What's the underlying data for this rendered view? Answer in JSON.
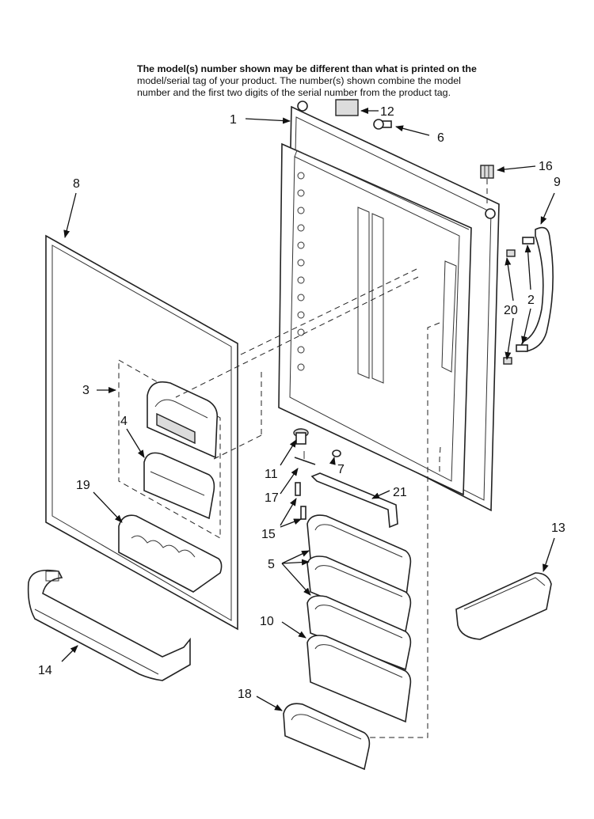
{
  "header": {
    "line1": "The model(s) number shown may be different than what is printed on the",
    "line2": "model/serial tag of your product. The number(s) shown combine the model",
    "line3": "number and the first two digits of the serial number from the product tag."
  },
  "callouts": {
    "c1": "1",
    "c2": "2",
    "c3": "3",
    "c4": "4",
    "c5": "5",
    "c6": "6",
    "c7": "7",
    "c8": "8",
    "c9": "9",
    "c10": "10",
    "c11": "11",
    "c12": "12",
    "c13": "13",
    "c14": "14",
    "c15": "15",
    "c16": "16",
    "c17": "17",
    "c18": "18",
    "c19": "19",
    "c20": "20",
    "c21": "21"
  },
  "colors": {
    "line": "#222222",
    "shade": "#dcdcdc",
    "background": "#ffffff"
  }
}
